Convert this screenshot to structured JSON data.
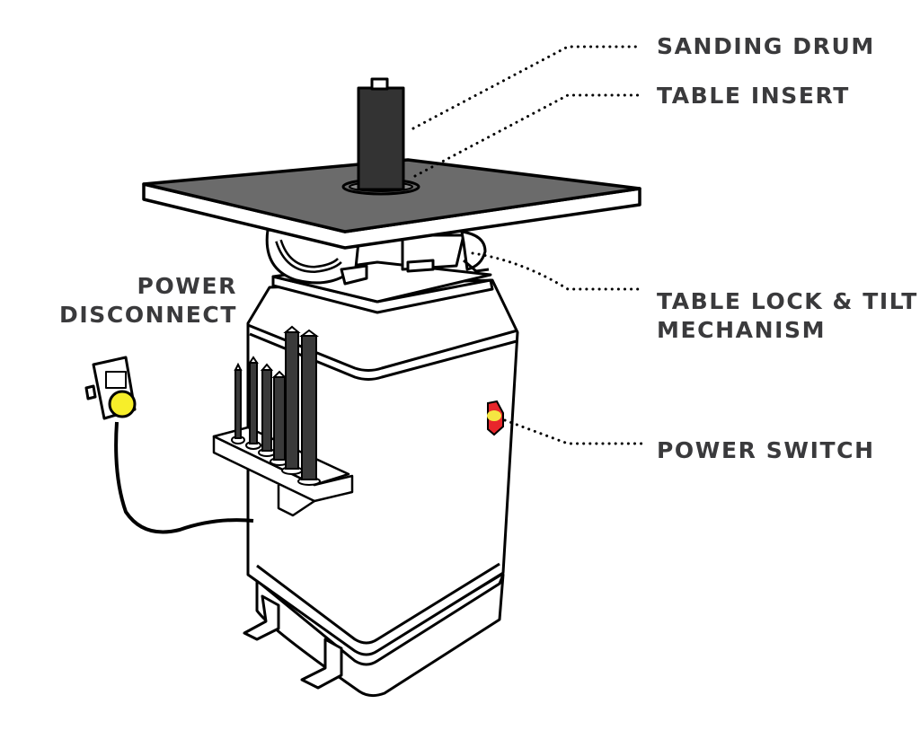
{
  "diagram": {
    "subject": "Oscillating spindle sander",
    "colors": {
      "outline": "#000000",
      "table_top": "#6b6b6b",
      "drum": "#333333",
      "spindles": "#3a3a3a",
      "label_text": "#3a3a3c",
      "switch_red": "#e8262b",
      "switch_yellow": "#f5e642",
      "disconnect_yellow": "#f7ee2a",
      "body_fill": "#ffffff"
    },
    "callouts": [
      {
        "id": "sanding-drum",
        "lines": [
          "SANDING DRUM"
        ]
      },
      {
        "id": "table-insert",
        "lines": [
          "TABLE INSERT"
        ]
      },
      {
        "id": "table-lock-tilt",
        "lines": [
          "TABLE LOCK & TILT",
          "MECHANISM"
        ]
      },
      {
        "id": "power-switch",
        "lines": [
          "POWER SWITCH"
        ]
      },
      {
        "id": "power-disconnect",
        "lines": [
          "POWER",
          "DISCONNECT"
        ]
      }
    ],
    "spindle_count": 6
  }
}
